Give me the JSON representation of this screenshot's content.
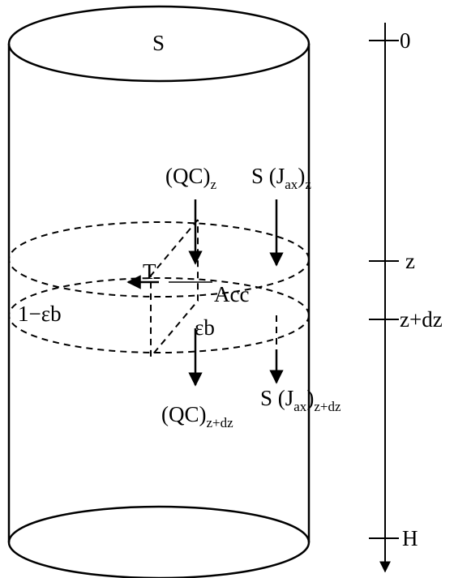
{
  "diagram": {
    "top_label": "S",
    "flux_in": {
      "main": "(QC)",
      "sub": "z"
    },
    "flux_out": {
      "main": "(QC)",
      "sub": "z+dz"
    },
    "disp_in": {
      "pre": "S (J",
      "sub1": "ax",
      "post": ")",
      "sub2": "z"
    },
    "disp_out": {
      "pre": "S (J",
      "sub1": "ax",
      "post": ")",
      "sub2": "z+dz"
    },
    "transfer_label": "T",
    "accumulation_label": "Acc",
    "solid_fraction_label": "1−εb",
    "void_fraction_label": "εb",
    "axis": {
      "ticks": [
        {
          "label": "0"
        },
        {
          "label": "z"
        },
        {
          "label": "z+dz"
        },
        {
          "label": "H"
        }
      ]
    }
  }
}
